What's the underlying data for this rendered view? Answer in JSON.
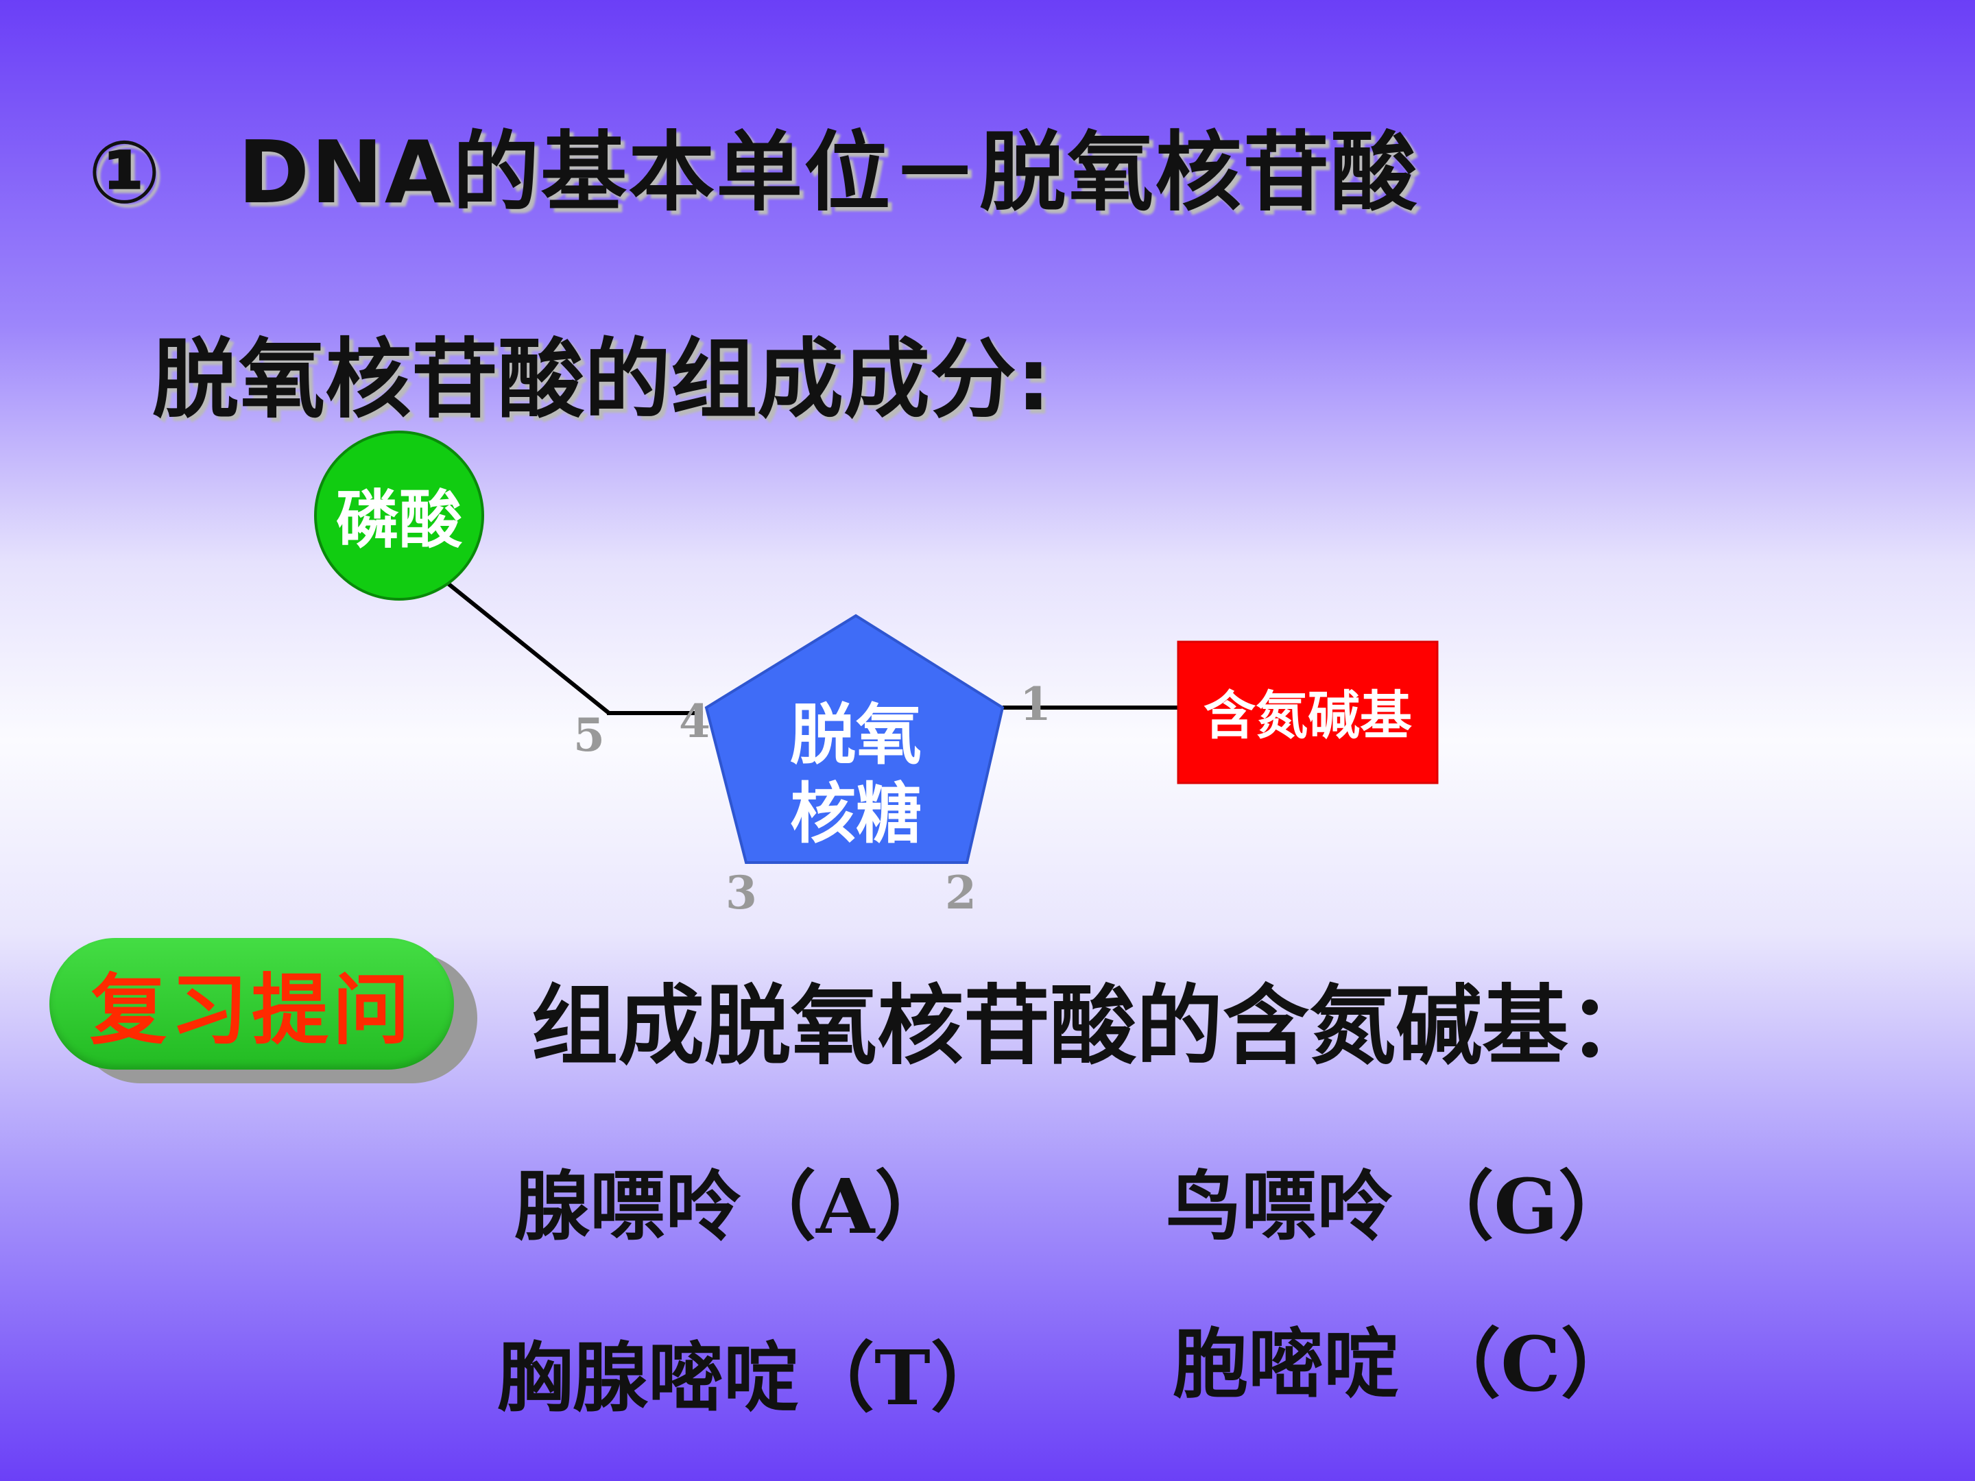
{
  "title": {
    "number": "①",
    "text": "DNA的基本单位－脱氧核苷酸"
  },
  "subtitle": "脱氧核苷酸的组成成分:",
  "diagram": {
    "phosphate": {
      "label": "磷酸",
      "color": "#11cc11"
    },
    "sugar": {
      "line1": "脱氧",
      "line2": "核糖",
      "color": "#3f6cf7"
    },
    "base": {
      "label": "含氮碱基",
      "color": "#ff0000"
    },
    "carbon_labels": {
      "c1": "1",
      "c2": "2",
      "c3": "3",
      "c4": "4",
      "c5": "5"
    }
  },
  "review_button": {
    "label": "复习提问"
  },
  "question": "组成脱氧核苷酸的含氮碱基：",
  "bases": {
    "adenine": "腺嘌呤（A）",
    "guanine": "鸟嘌呤 （G）",
    "thymine": "胸腺嘧啶（T）",
    "cytosine": "胞嘧啶 （C）"
  }
}
